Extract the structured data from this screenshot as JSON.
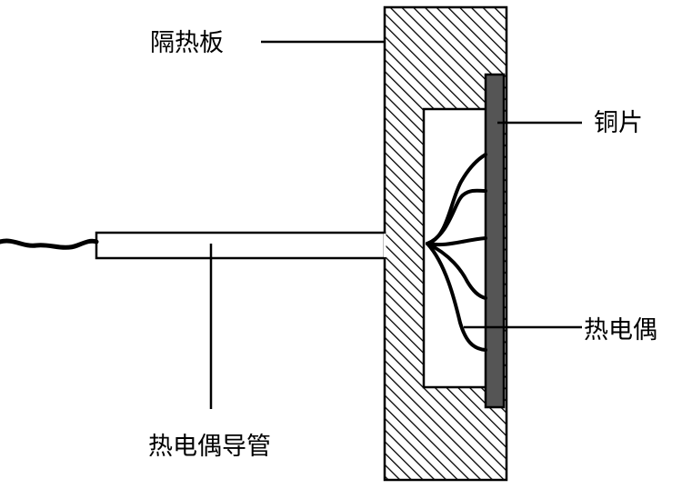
{
  "labels": {
    "insulation_board": "隔热板",
    "copper_sheet": "铜片",
    "thermocouple": "热电偶",
    "thermocouple_tube": "热电偶导管"
  },
  "colors": {
    "line": "#000000",
    "background": "#ffffff",
    "copper": "#555555"
  }
}
